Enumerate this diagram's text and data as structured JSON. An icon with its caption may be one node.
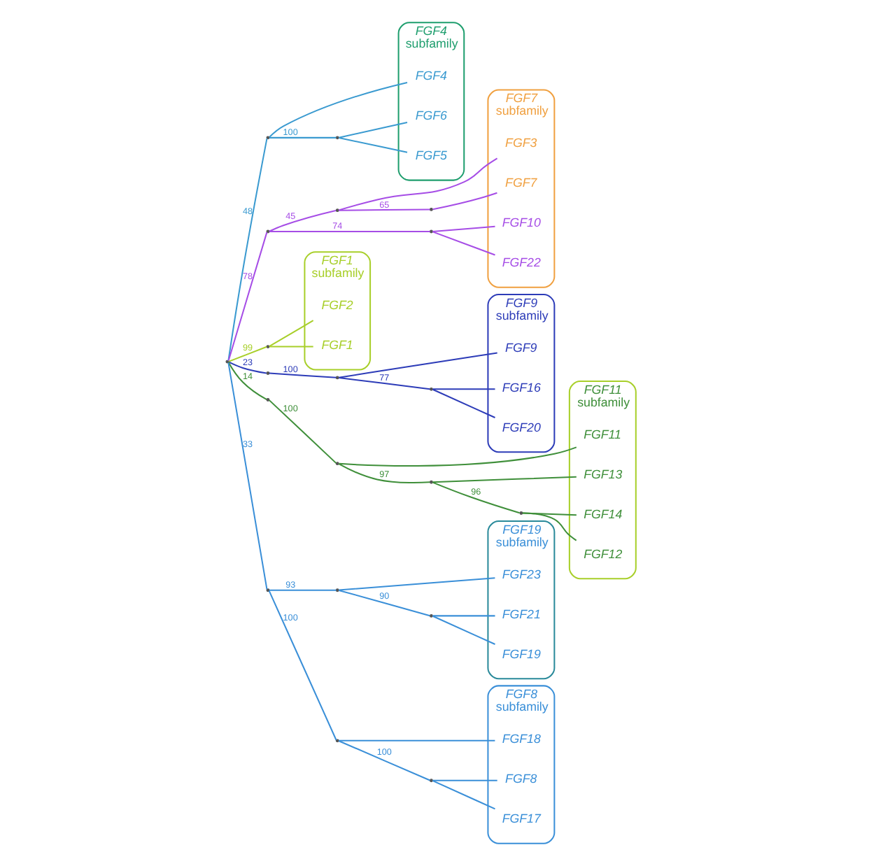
{
  "diagram": {
    "nodes": [
      {
        "text": [],
        "shape": "point"
      },
      {
        "text": [
          "FGF4",
          "subfamily"
        ]
      },
      {
        "text": [
          "FGF6"
        ],
        "in": 1
      },
      {
        "text": [
          "FGF4"
        ],
        "in": 1
      },
      {
        "text": [
          "FGF5"
        ],
        "in": 1
      },
      {
        "text": [
          "FGF7",
          "subfamily"
        ]
      },
      {
        "text": [
          "FGF3"
        ],
        "in": 5
      },
      {
        "text": [
          "FGF7"
        ],
        "in": 5
      },
      {
        "text": [
          "FGF10"
        ],
        "in": 5
      },
      {
        "text": [
          "FGF22"
        ],
        "in": 5
      },
      {
        "text": [
          "FGF1",
          "subfamily"
        ]
      },
      {
        "text": [
          "FGF2"
        ],
        "in": 10
      },
      {
        "text": [
          "FGF1"
        ],
        "in": 10
      },
      {
        "text": [
          "FGF9",
          "subfamily"
        ]
      },
      {
        "text": [
          "FGF9"
        ],
        "in": 13
      },
      {
        "text": [
          "FGF16"
        ],
        "in": 13
      },
      {
        "text": [
          "FGF20"
        ],
        "in": 13
      },
      {
        "text": [
          "FGF11",
          "subfamily"
        ]
      },
      {
        "text": [
          "FGF13"
        ],
        "in": 17
      },
      {
        "text": [
          "FGF14"
        ],
        "in": 17
      },
      {
        "text": [
          "FGF12"
        ],
        "in": 17
      },
      {
        "text": [
          "FGF11"
        ],
        "in": 17
      },
      {
        "text": [
          "FGF8",
          "subfamily"
        ]
      },
      {
        "text": [
          "FGF8"
        ],
        "in": 22
      },
      {
        "text": [
          "FGF17"
        ],
        "in": 22
      },
      {
        "text": [
          "FGF18"
        ],
        "in": 22
      },
      {
        "text": [
          "FGF19",
          "subfamily"
        ]
      },
      {
        "text": [
          "FGF23"
        ],
        "in": 26
      },
      {
        "text": [
          "FGF21"
        ],
        "in": 26
      },
      {
        "text": [
          "FGF19"
        ],
        "in": 26
      },
      {
        "text": [],
        "shape": "point"
      },
      {
        "text": [],
        "shape": "point"
      },
      {
        "text": [],
        "shape": "point"
      },
      {
        "text": [],
        "shape": "point"
      },
      {
        "text": [],
        "shape": "point"
      },
      {
        "text": [],
        "shape": "point"
      },
      {
        "text": [],
        "shape": "point"
      },
      {
        "text": [],
        "shape": "point"
      },
      {
        "text": [],
        "shape": "point"
      },
      {
        "text": [],
        "shape": "point"
      },
      {
        "text": [],
        "shape": "point"
      },
      {
        "text": [],
        "shape": "point"
      },
      {
        "text": [],
        "shape": "point"
      },
      {
        "text": [],
        "shape": "point"
      },
      {
        "text": [],
        "shape": "point"
      },
      {
        "text": [],
        "shape": "point"
      },
      {
        "text": [],
        "shape": "point"
      },
      {
        "text": [],
        "shape": "point"
      },
      {
        "text": [],
        "shape": "point"
      }
    ],
    "edges": [
      {
        "from": 0,
        "to": 30,
        "arrow": "none",
        "label": "48",
        "color": "#3a9ad0"
      },
      {
        "from": 30,
        "to": 3,
        "arrow": "none",
        "color": "#3a9ad0"
      },
      {
        "from": 30,
        "to": 31,
        "arrow": "none",
        "label": "100",
        "color": "#3a9ad0"
      },
      {
        "from": 31,
        "to": 2,
        "arrow": "none",
        "color": "#3a9ad0"
      },
      {
        "from": 31,
        "to": 4,
        "arrow": "none",
        "color": "#3a9ad0"
      },
      {
        "from": 0,
        "to": 32,
        "arrow": "none",
        "label": "78",
        "color": "#a64de6"
      },
      {
        "from": 32,
        "to": 33,
        "arrow": "none",
        "label": "45",
        "color": "#a64de6"
      },
      {
        "from": 33,
        "to": 6,
        "arrow": "none",
        "color": "#a64de6"
      },
      {
        "from": 33,
        "to": 34,
        "arrow": "none",
        "label": "65",
        "color": "#a64de6"
      },
      {
        "from": 34,
        "to": 7,
        "arrow": "none",
        "color": "#a64de6"
      },
      {
        "from": 32,
        "to": 35,
        "arrow": "none",
        "label": "74",
        "color": "#a64de6"
      },
      {
        "from": 35,
        "to": 8,
        "arrow": "none",
        "color": "#a64de6"
      },
      {
        "from": 35,
        "to": 9,
        "arrow": "none",
        "color": "#a64de6"
      },
      {
        "from": 0,
        "to": 36,
        "arrow": "none",
        "label": "99",
        "color": "#a8cf2a"
      },
      {
        "from": 36,
        "to": 11,
        "arrow": "none",
        "color": "#a8cf2a"
      },
      {
        "from": 36,
        "to": 12,
        "arrow": "none",
        "color": "#a8cf2a"
      },
      {
        "from": 0,
        "to": 37,
        "arrow": "none",
        "label": "23",
        "color": "#2d3cb8"
      },
      {
        "from": 37,
        "to": 38,
        "arrow": "none",
        "label": "100",
        "color": "#2d3cb8"
      },
      {
        "from": 38,
        "to": 14,
        "arrow": "none",
        "color": "#2d3cb8"
      },
      {
        "from": 38,
        "to": 39,
        "arrow": "none",
        "label": "77",
        "color": "#2d3cb8"
      },
      {
        "from": 39,
        "to": 15,
        "arrow": "none",
        "color": "#2d3cb8"
      },
      {
        "from": 39,
        "to": 16,
        "arrow": "none",
        "color": "#2d3cb8"
      },
      {
        "from": 0,
        "to": 40,
        "arrow": "none",
        "label": "14",
        "color": "#3f8f3a"
      },
      {
        "from": 40,
        "to": 41,
        "arrow": "none",
        "label": "100",
        "color": "#3f8f3a"
      },
      {
        "from": 41,
        "to": 42,
        "arrow": "none",
        "label": "97",
        "color": "#3f8f3a"
      },
      {
        "from": 42,
        "to": 18,
        "arrow": "none",
        "color": "#3f8f3a"
      },
      {
        "from": 42,
        "to": 43,
        "arrow": "none",
        "label": "96",
        "color": "#3f8f3a"
      },
      {
        "from": 43,
        "to": 19,
        "arrow": "none",
        "color": "#3f8f3a"
      },
      {
        "from": 43,
        "to": 20,
        "arrow": "none",
        "color": "#3f8f3a"
      },
      {
        "from": 41,
        "to": 21,
        "arrow": "none",
        "color": "#3f8f3a"
      },
      {
        "from": 0,
        "to": 44,
        "arrow": "none",
        "label": "33",
        "color": "#3a8fd8"
      },
      {
        "from": 44,
        "to": 45,
        "arrow": "none",
        "label": "93",
        "color": "#3a8fd8"
      },
      {
        "from": 45,
        "to": 27,
        "arrow": "none",
        "color": "#3a8fd8"
      },
      {
        "from": 45,
        "to": 46,
        "arrow": "none",
        "label": "90",
        "color": "#3a8fd8"
      },
      {
        "from": 46,
        "to": 28,
        "arrow": "none",
        "color": "#3a8fd8"
      },
      {
        "from": 46,
        "to": 29,
        "arrow": "none",
        "color": "#3a8fd8"
      },
      {
        "from": 44,
        "to": 47,
        "arrow": "none",
        "label": "100",
        "color": "#3a8fd8"
      },
      {
        "from": 47,
        "to": 25,
        "arrow": "none",
        "color": "#3a8fd8"
      },
      {
        "from": 47,
        "to": 48,
        "arrow": "none",
        "label": "100",
        "color": "#3a8fd8"
      },
      {
        "from": 48,
        "to": 23,
        "arrow": "none",
        "color": "#3a8fd8"
      },
      {
        "from": 48,
        "to": 24,
        "arrow": "none",
        "color": "#3a8fd8"
      }
    ]
  }
}
